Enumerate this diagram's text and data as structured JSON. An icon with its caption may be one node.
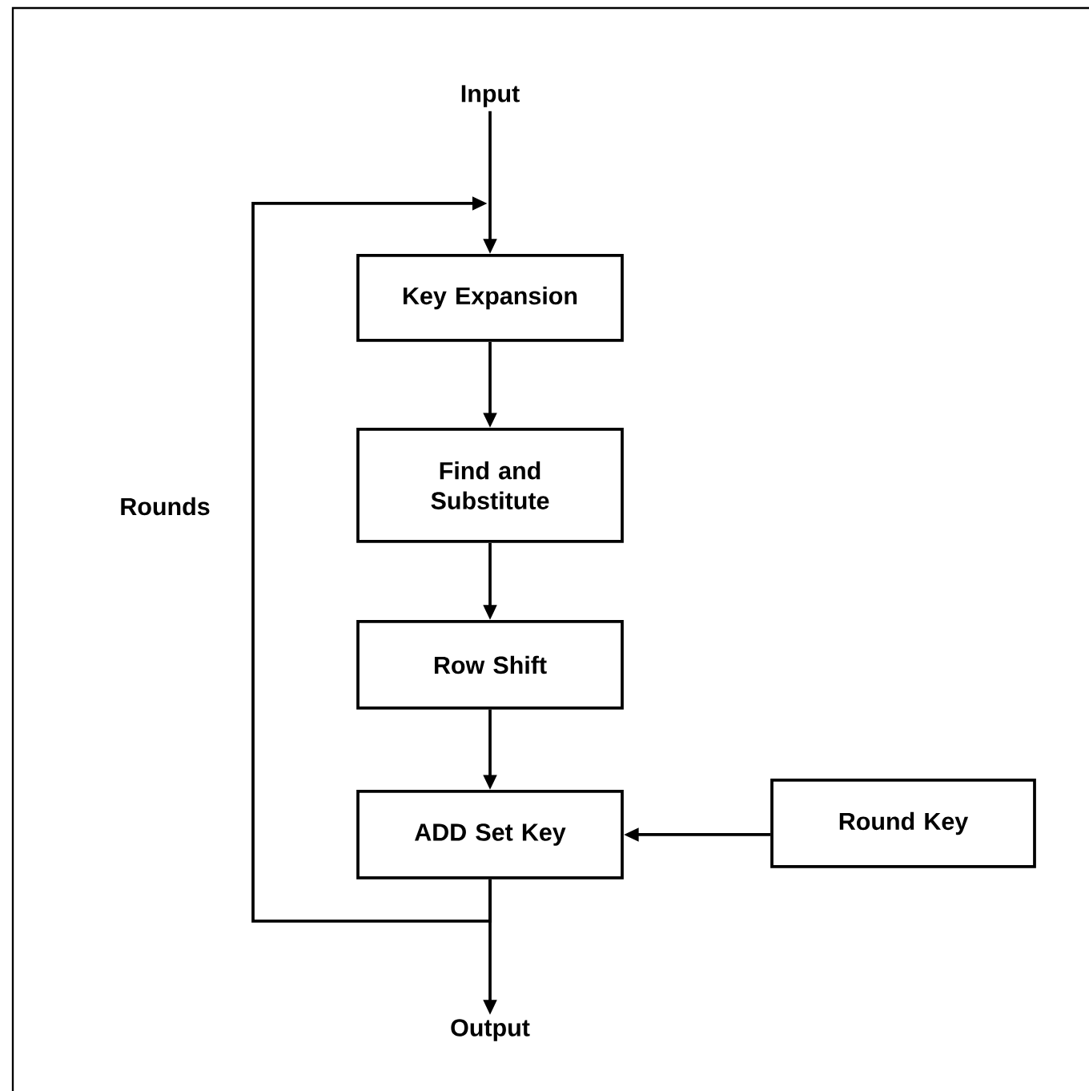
{
  "diagram": {
    "nodes": [
      {
        "text": [
          "Input"
        ]
      },
      {
        "text": [
          "Key Expansion"
        ]
      },
      {
        "text": [
          "Find and Substitute"
        ]
      },
      {
        "text": [
          "Row Shift"
        ]
      },
      {
        "text": [
          "ADD Set Key"
        ]
      },
      {
        "text": [
          "Round Key"
        ]
      },
      {
        "text": [
          "Output"
        ]
      }
    ],
    "edges": [
      {
        "from": 0,
        "to": 1,
        "arrow": "to"
      },
      {
        "from": 1,
        "to": 2,
        "arrow": "to"
      },
      {
        "from": 2,
        "to": 3,
        "arrow": "to"
      },
      {
        "from": 3,
        "to": 4,
        "arrow": "to"
      },
      {
        "from": 5,
        "to": 4,
        "arrow": "to"
      },
      {
        "from": 4,
        "to": 6,
        "arrow": "to"
      },
      {
        "from": 4,
        "to": 1,
        "arrow": "to",
        "label": "Rounds"
      }
    ]
  }
}
